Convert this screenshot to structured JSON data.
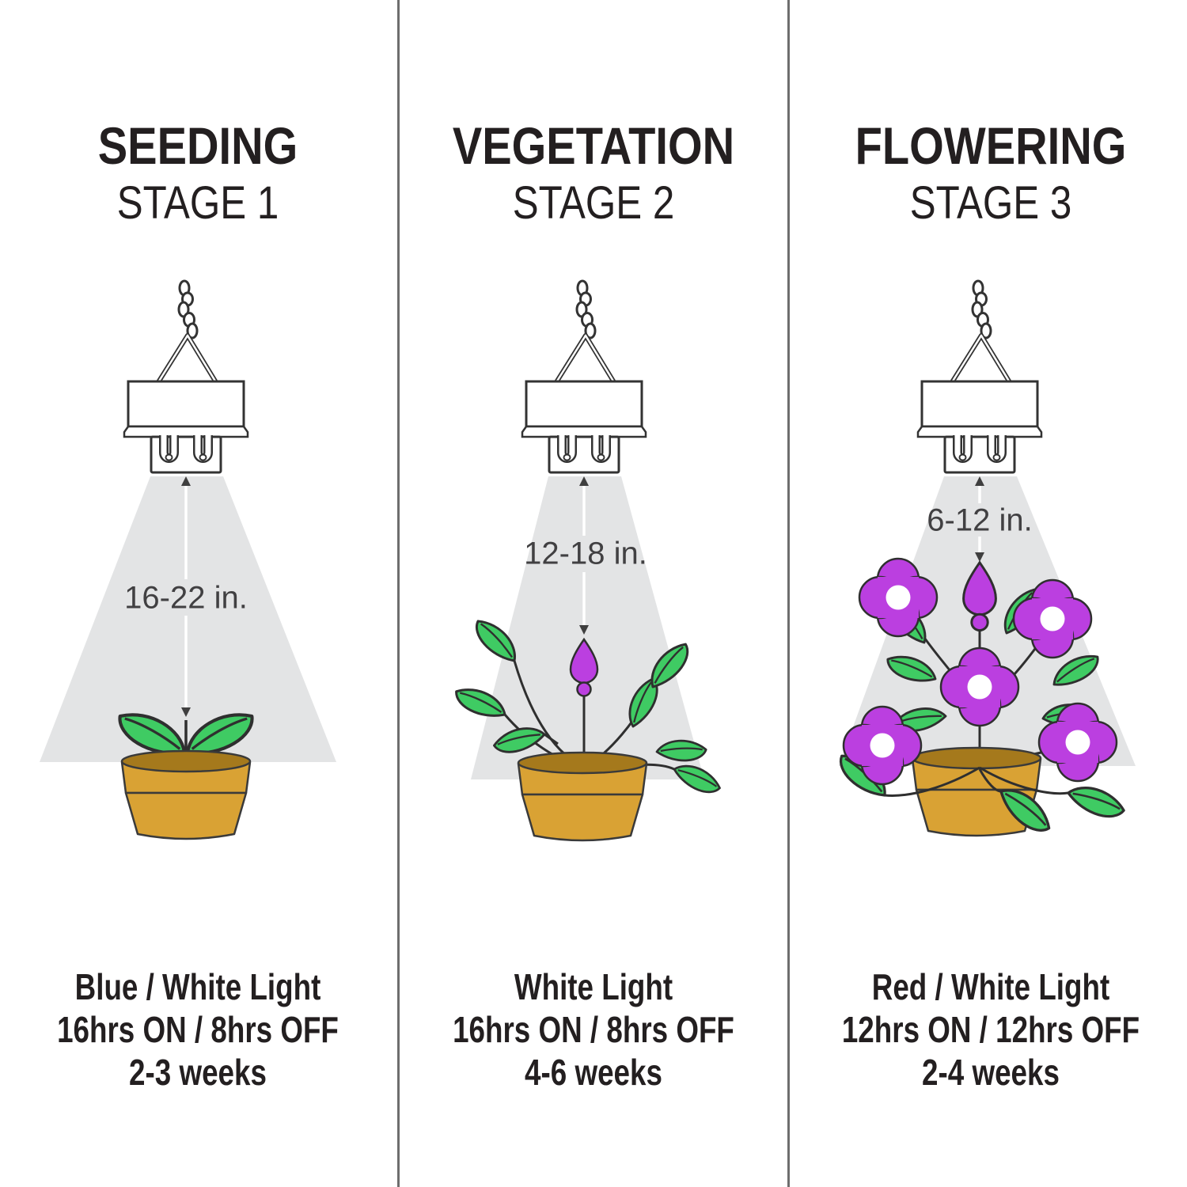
{
  "columns": [
    {
      "title": "SEEDING",
      "stage": "STAGE 1",
      "distance_label": "16-22 in.",
      "light_type": "Blue / White Light",
      "light_schedule": "16hrs ON / 8hrs OFF",
      "duration": "2-3 weeks",
      "plant": "seedling with two leaves in pot"
    },
    {
      "title": "VEGETATION",
      "stage": "STAGE 2",
      "distance_label": "12-18 in.",
      "light_type": "White Light",
      "light_schedule": "16hrs ON / 8hrs OFF",
      "duration": "4-6 weeks",
      "plant": "leafy plant with single bud in pot"
    },
    {
      "title": "FLOWERING",
      "stage": "STAGE 3",
      "distance_label": "6-12 in.",
      "light_type": "Red / White Light",
      "light_schedule": "12hrs ON / 12hrs OFF",
      "duration": "2-4 weeks",
      "plant": "plant with five purple flowers and bud in pot"
    }
  ],
  "colors": {
    "heading_text": "#231f20",
    "distance_text": "#414042",
    "light_cone": "#e3e4e5",
    "divider": "#6e6e6e",
    "leaf_green": "#3fcb63",
    "flower_purple": "#bb3fe0",
    "flower_center": "#ffffff",
    "pot_gold": "#d9a234",
    "pot_opening": "#a5791c",
    "line_art": "#333333",
    "background": "#ffffff"
  }
}
